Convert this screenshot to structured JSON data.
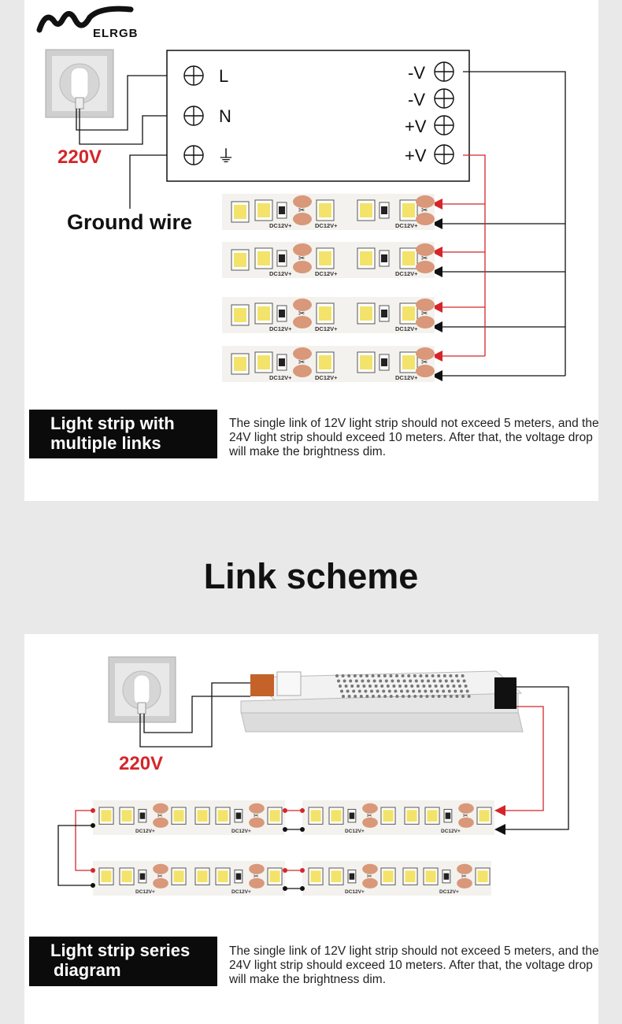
{
  "brand": {
    "name": "ELRGB"
  },
  "section1": {
    "voltage_label": "220V",
    "ground_label": "Ground wire",
    "terminals_left": [
      "L",
      "N",
      "⏚"
    ],
    "terminals_right": [
      "-V",
      "-V",
      "+V",
      "+V"
    ],
    "strip_marking": "DC12V+",
    "caption": {
      "line1": "Light strip with",
      "line2": "multiple links"
    },
    "description": "The single link of 12V light strip should not exceed 5 meters, and the 24V light strip should exceed 10 meters. After that, the voltage drop will make the brightness dim."
  },
  "scheme_title": "Link scheme",
  "section2": {
    "voltage_label": "220V",
    "strip_marking": "DC12V+",
    "caption": {
      "line1": "Light strip series",
      "line2": "diagram"
    },
    "description": "The single link of 12V light strip should not exceed 5 meters, and the 24V light strip should exceed 10 meters. After that, the voltage drop will make the brightness dim."
  },
  "colors": {
    "positive_wire": "#d4262a",
    "negative_wire": "#111111",
    "pad": "#d9987a",
    "led": "#f3e36a"
  }
}
